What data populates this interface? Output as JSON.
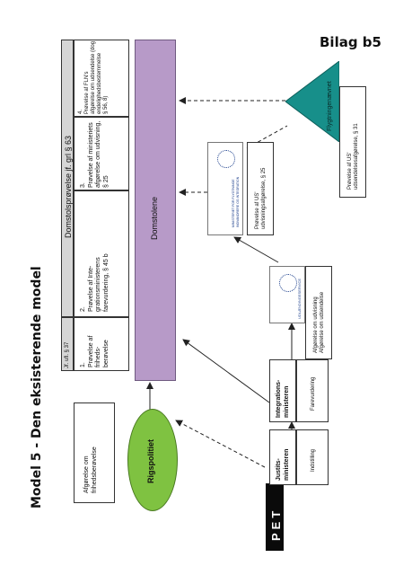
{
  "page_heading": "Bilag b5",
  "model_title": "Model 5 - Den eksisterende model",
  "header": {
    "jf": "Jf. ufl. § 37",
    "domstol": "Domstolsprøvelse jf. grl § 63"
  },
  "review_boxes": {
    "b1": [
      "1.",
      "Prøvelse af",
      "friheds-",
      "berøvelse"
    ],
    "b2": [
      "2.",
      "Prøvelse af Inte-",
      "grationsministerens",
      "farevurdering, § 45 b"
    ],
    "b3": [
      "3.",
      "Prøvelse af ministeriets",
      "afgørelse om udvisning,",
      "§ 25"
    ],
    "b4": [
      "4.",
      "Prøvelse af FLN's",
      "afgørelse om udsendelse (dog",
      "endeligheds­bestemmelse",
      "§ 56, 8)"
    ]
  },
  "domstolene": "Domstolene",
  "afgorelse_frihed": [
    "Afgørelse om",
    "frihedsberøvelse"
  ],
  "rigspolitiet": "Rigspolitiet",
  "justits": [
    "Justits-",
    "ministeren"
  ],
  "integration": [
    "Integrations-",
    "ministeren"
  ],
  "indstilling": "Indstilling",
  "farevurdering": "Farevurdering",
  "udl_afg": [
    "Afgørelse om udvisning",
    "Afgørelse om udsendelse"
  ],
  "udl_logo": "UDLÆNDINGESERVICE",
  "min_logo": [
    "MINISTERIET FOR FLYGTNINGE",
    "INDVANDRERE OG INTEGRATION"
  ],
  "provelse_25": [
    "Prøvelse af US'",
    "udvisningsafgørelse, § 25"
  ],
  "flygtninge": "Flygtningenævnet",
  "provelse_31": [
    "Prøvelse af US'",
    "udsendelsesafgørelse, § 31"
  ],
  "pet_logo": "PET",
  "colors": {
    "domstolene": "#b79ac8",
    "rigspolitiet": "#7fc241",
    "flygtninge": "#178f8a",
    "header": "#d6d6d6"
  }
}
